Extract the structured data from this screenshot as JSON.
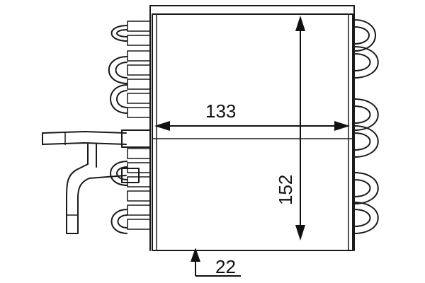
{
  "dimensions": {
    "width": "133",
    "height": "152",
    "depth": "22"
  },
  "colors": {
    "stroke": "#1a1a1a",
    "background": "#ffffff"
  }
}
